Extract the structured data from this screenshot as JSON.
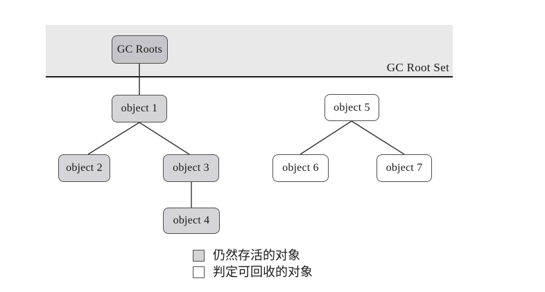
{
  "banner": {
    "label": "GC Root Set"
  },
  "nodes": [
    {
      "id": "gc-roots",
      "label": "GC Roots",
      "status": "root"
    },
    {
      "id": "object-1",
      "label": "object 1",
      "status": "alive"
    },
    {
      "id": "object-2",
      "label": "object 2",
      "status": "alive"
    },
    {
      "id": "object-3",
      "label": "object 3",
      "status": "alive"
    },
    {
      "id": "object-4",
      "label": "object 4",
      "status": "alive"
    },
    {
      "id": "object-5",
      "label": "object 5",
      "status": "collectible"
    },
    {
      "id": "object-6",
      "label": "object 6",
      "status": "collectible"
    },
    {
      "id": "object-7",
      "label": "object 7",
      "status": "collectible"
    }
  ],
  "edges": [
    {
      "from": "GC Roots",
      "to": "object 1"
    },
    {
      "from": "object 1",
      "to": "object 2"
    },
    {
      "from": "object 1",
      "to": "object 3"
    },
    {
      "from": "object 3",
      "to": "object 4"
    },
    {
      "from": "object 5",
      "to": "object 6"
    },
    {
      "from": "object 5",
      "to": "object 7"
    }
  ],
  "legend": [
    {
      "swatch": "alive",
      "label": "仍然存活的对象"
    },
    {
      "swatch": "collectible",
      "label": "判定可回收的对象"
    }
  ],
  "colors": {
    "banner-fill": "#e9e9e9",
    "root-fill": "#c6c6ca",
    "alive-fill": "#d5d5d7",
    "collectible-fill": "#ffffff",
    "node-border": "#4d4d4d",
    "edge-line": "#333333",
    "text": "#1a1a1a"
  }
}
